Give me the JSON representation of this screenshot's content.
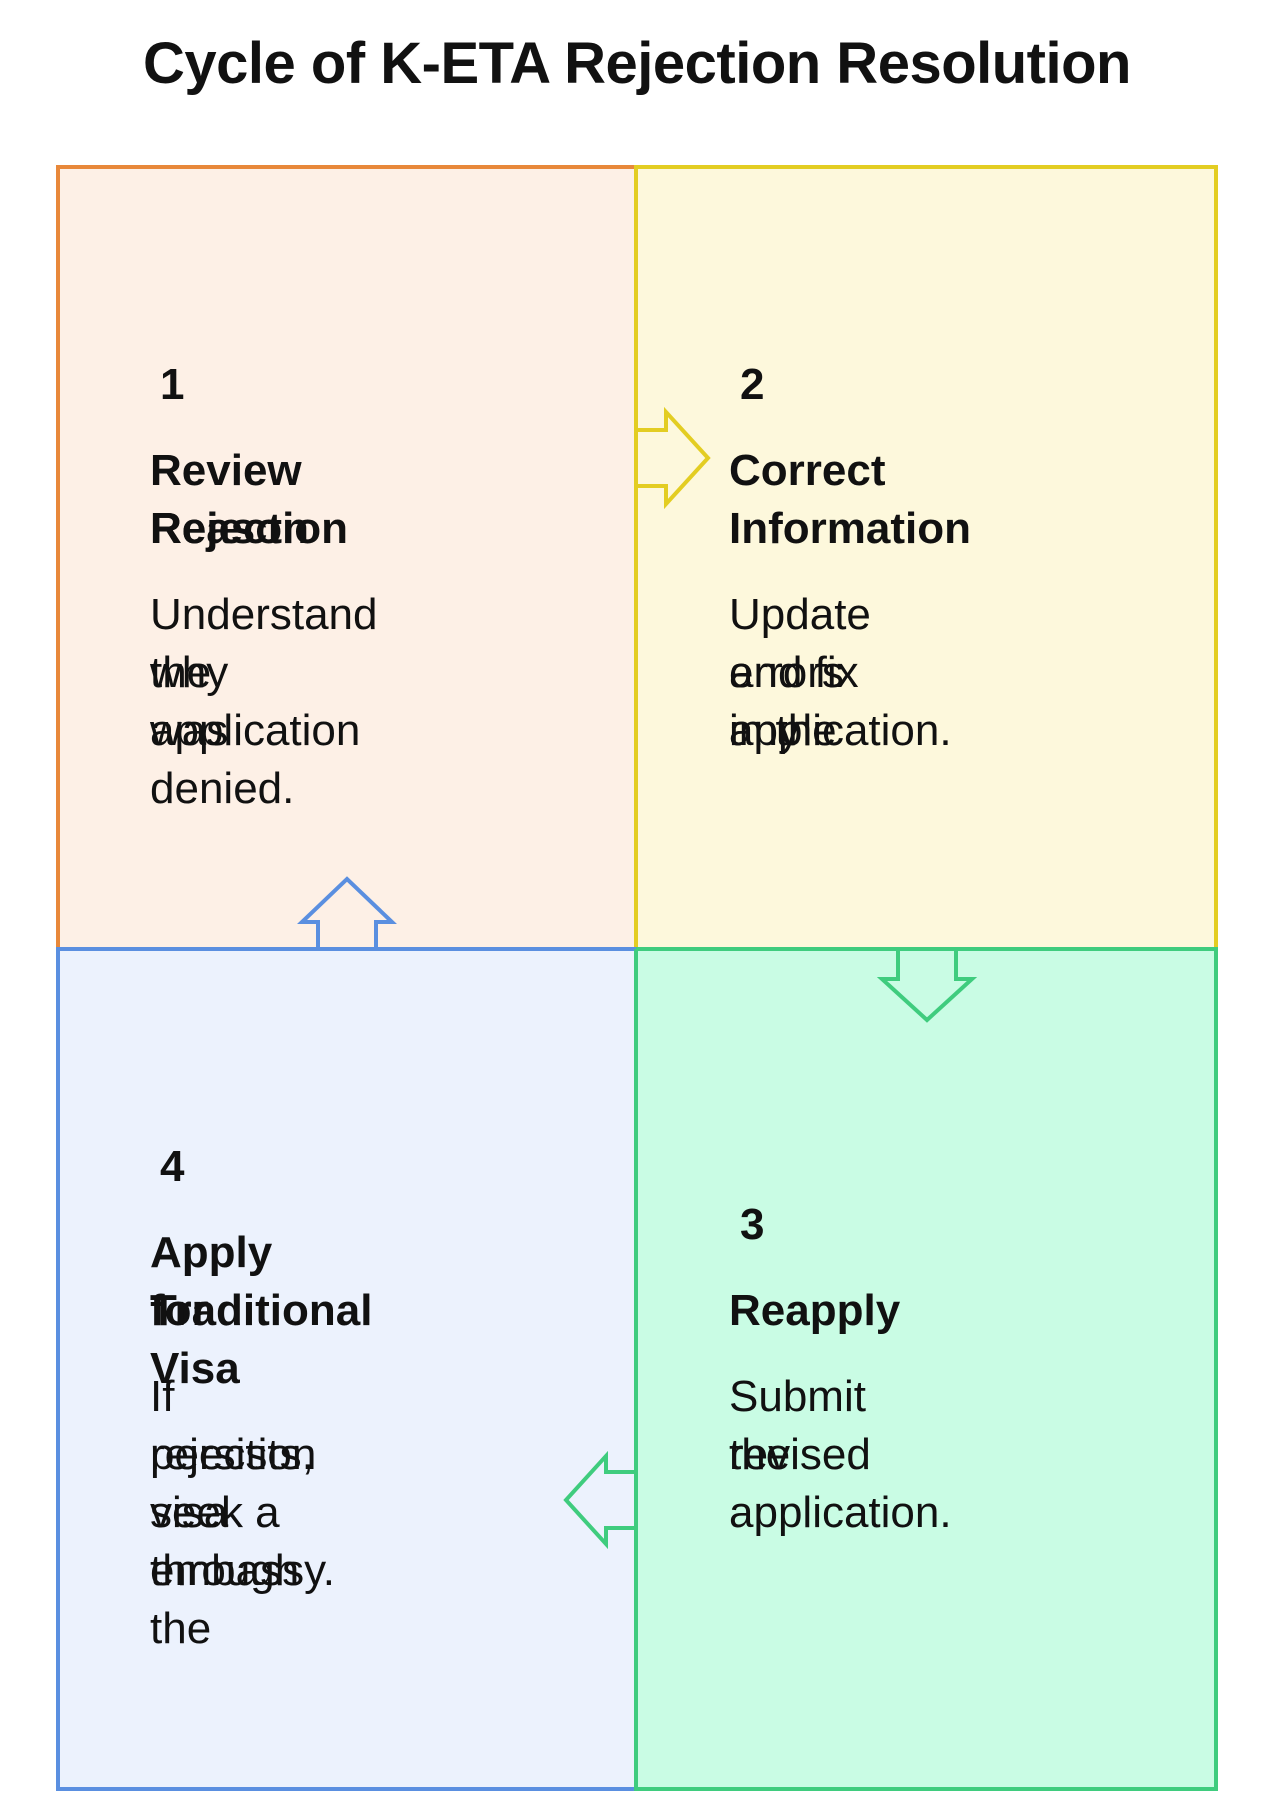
{
  "title": "Cycle of K-ETA Rejection Resolution",
  "colors": {
    "step1_border": "#e8883a",
    "step1_fill": "#fdf0e6",
    "step2_border": "#e3cd22",
    "step2_fill": "#fdf8dc",
    "step3_border": "#3fcc7e",
    "step3_fill": "#c9fce4",
    "step4_border": "#5a8fe0",
    "step4_fill": "#ecf2fd"
  },
  "steps": [
    {
      "number": "1",
      "title_lines": [
        "Review Rejection",
        "Reason"
      ],
      "desc_lines": [
        "Understand why",
        "the application",
        "was denied."
      ]
    },
    {
      "number": "2",
      "title_lines": [
        "Correct",
        "Information"
      ],
      "desc_lines": [
        "Update and fix any",
        "errors in the",
        "application."
      ]
    },
    {
      "number": "3",
      "title_lines": [
        "Reapply"
      ],
      "desc_lines": [
        "Submit the",
        "revised",
        "application."
      ]
    },
    {
      "number": "4",
      "title_lines": [
        "Apply for",
        "Traditional Visa"
      ],
      "desc_lines": [
        "If rejection",
        "persists, seek a",
        "visa through the",
        "embassy."
      ]
    }
  ]
}
